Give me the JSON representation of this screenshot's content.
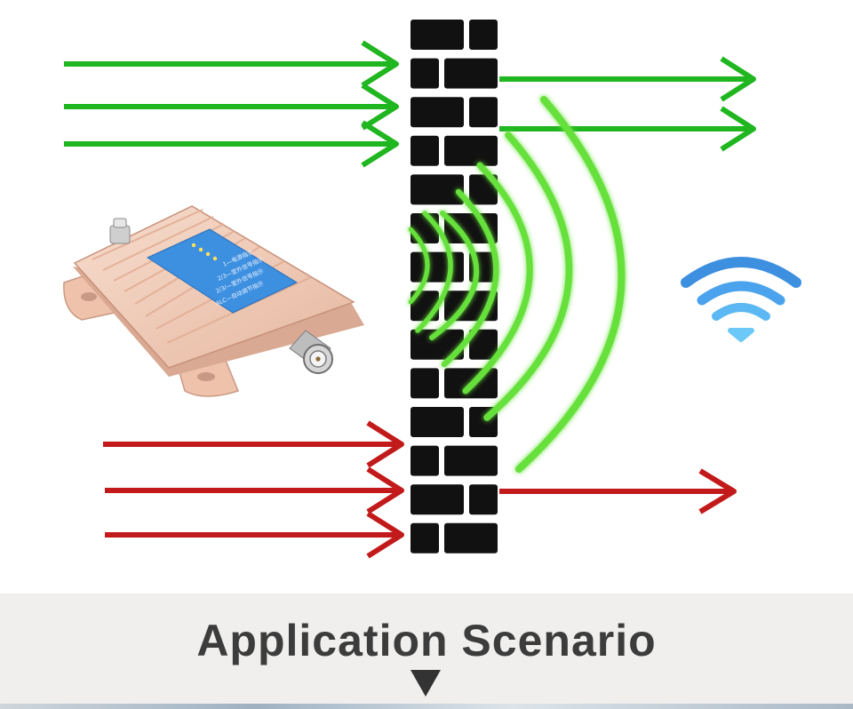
{
  "caption": {
    "title": "Application Scenario"
  },
  "device": {
    "label_line_1": "1—电源指示",
    "label_line_2": "2/3—室外信号指示",
    "label_line_3": "2/3/—室外信号指示",
    "label_line_4": "ALC—自动调节指示"
  },
  "colors": {
    "green_arrow": "#1fb61f",
    "red_arrow": "#c21a1a",
    "brick": "#111111",
    "wave_green": "#66e03a",
    "wifi_blue": "#3d8fe0",
    "device_body": "#f2c9b3",
    "device_panel": "#3d8fe0",
    "caption_band": "#f0efed",
    "caption_text": "#3c3c3c"
  },
  "icons": [
    "wifi-icon",
    "down-triangle-icon"
  ]
}
